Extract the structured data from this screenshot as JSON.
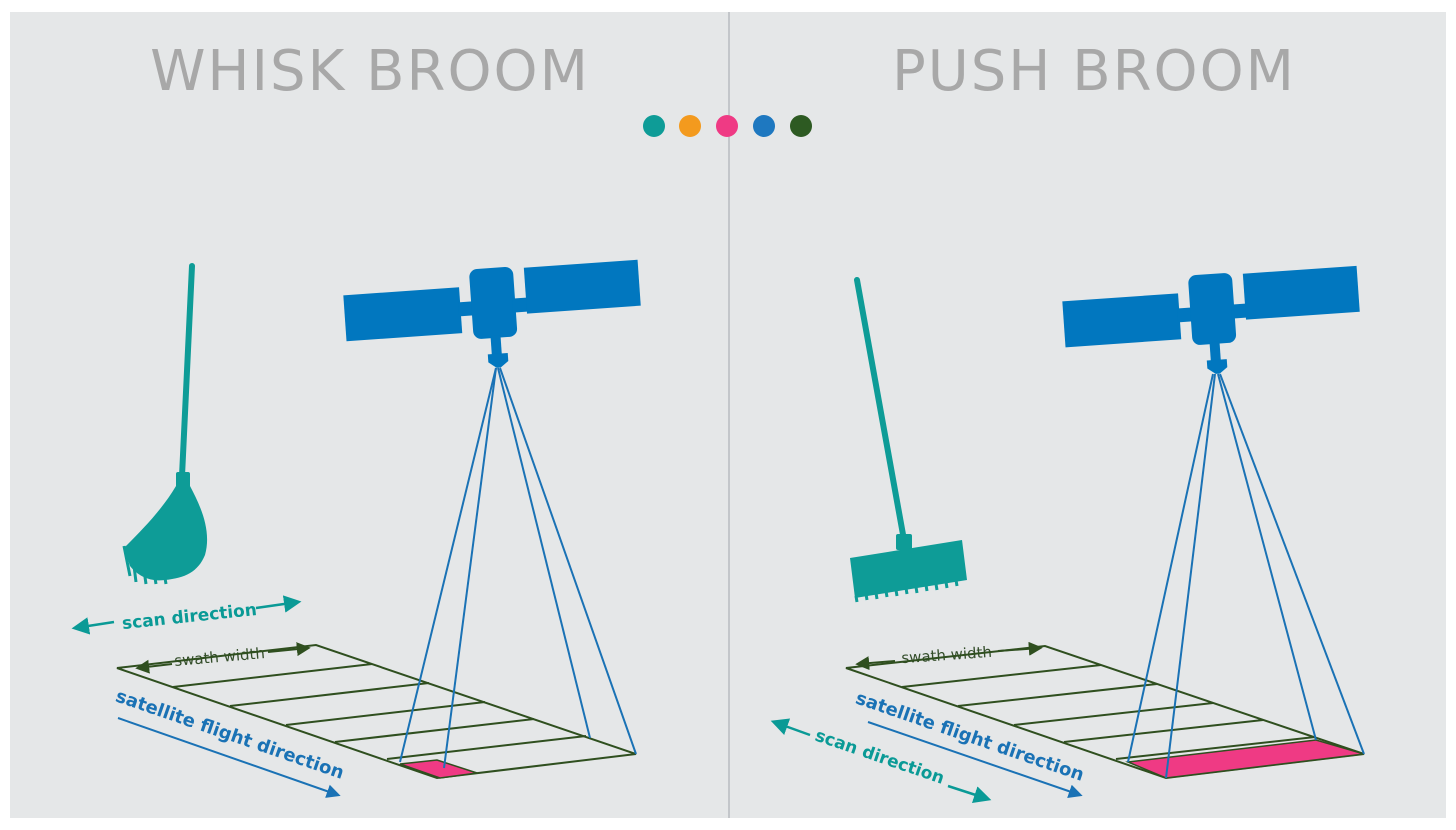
{
  "panels": {
    "whisk": {
      "title": "WHISK BROOM"
    },
    "push": {
      "title": "PUSH BROOM"
    }
  },
  "labels": {
    "scan_direction": "scan direction",
    "swath_width": "swath width",
    "satellite_flight_direction": "satellite flight direction"
  },
  "palette": [
    "#0e9c97",
    "#f39a1e",
    "#ef3a84",
    "#1e78c0",
    "#2d5a22"
  ],
  "colors": {
    "background": "#e5e7e8",
    "satellite": "#0177bf",
    "broom": "#0e9c97",
    "grid": "#2f4f1f",
    "highlight": "#ef3a84",
    "flight_arrow": "#1a72b5",
    "title": "#a8a8a8"
  },
  "icons": [
    "whisk-broom-icon",
    "push-broom-icon",
    "satellite-icon"
  ]
}
